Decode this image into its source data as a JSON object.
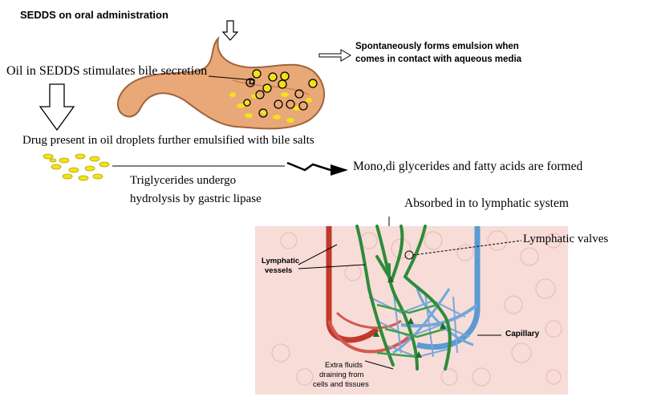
{
  "labels": {
    "sedds_oral": "SEDDS on oral administration",
    "spontaneous_line1": "Spontaneously forms emulsion when",
    "spontaneous_line2": "comes in contact with aqueous media",
    "bile_secretion": "Oil in SEDDS stimulates bile secretion",
    "drug_emulsified": "Drug present in oil droplets further emulsified with bile salts",
    "triglycerides_line1": "Triglycerides undergo",
    "triglycerides_line2": "hydrolysis by gastric lipase",
    "mono_di": "Mono,di glycerides and fatty acids are formed",
    "absorbed": "Absorbed in to lymphatic system",
    "lymphatic_valves": "Lymphatic valves",
    "lymphatic_vessels_line1": "Lymphatic",
    "lymphatic_vessels_line2": "vessels",
    "capillary": "Capillary",
    "extra_fluids_line1": "Extra fluids",
    "extra_fluids_line2": "draining from",
    "extra_fluids_line3": "cells and tissues",
    "droplet_marker": "D"
  },
  "colors": {
    "stomach": "#e8a877",
    "stomach_outline": "#a0643a",
    "droplet_fill": "#f2e21a",
    "tissue": "#f7dcd8",
    "lymph": "#2e8b3a",
    "capillary_blue": "#5b9bd5",
    "capillary_red": "#c0392b"
  },
  "icons": [
    "down-arrow-icon",
    "right-arrow-icon",
    "zigzag-arrow-icon"
  ]
}
